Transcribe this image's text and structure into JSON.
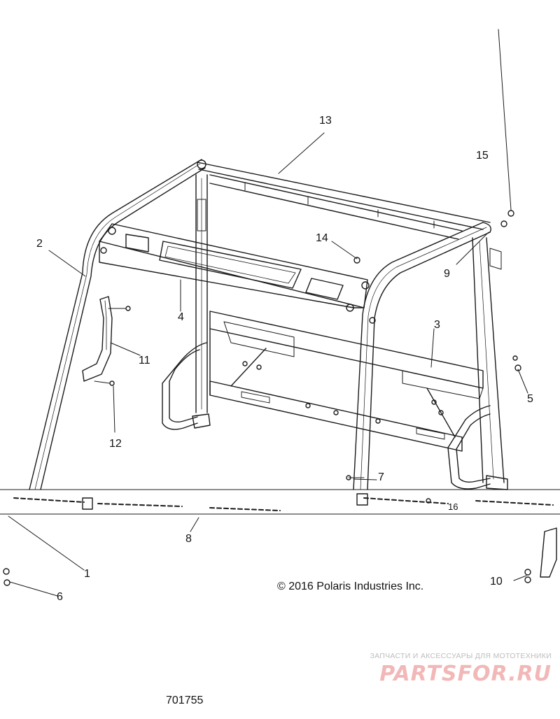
{
  "callouts": {
    "c1": "1",
    "c2": "2",
    "c3": "3",
    "c4": "4",
    "c5": "5",
    "c6": "6",
    "c7": "7",
    "c8": "8",
    "c9": "9",
    "c10": "10",
    "c11": "11",
    "c12": "12",
    "c13": "13",
    "c14": "14",
    "c15": "15",
    "c16": "16"
  },
  "copyright": "© 2016 Polaris Industries Inc.",
  "drawing_number": "701755",
  "watermark": {
    "tagline": "ЗАПЧАСТИ И АКСЕССУАРЫ ДЛЯ МОТОТЕХНИКИ",
    "logo": "PARTSFOR.RU"
  },
  "colors": {
    "line": "#1a1a1a",
    "background": "#ffffff",
    "watermark_logo": "#f2b8b8",
    "watermark_text": "#bdbdbd"
  }
}
